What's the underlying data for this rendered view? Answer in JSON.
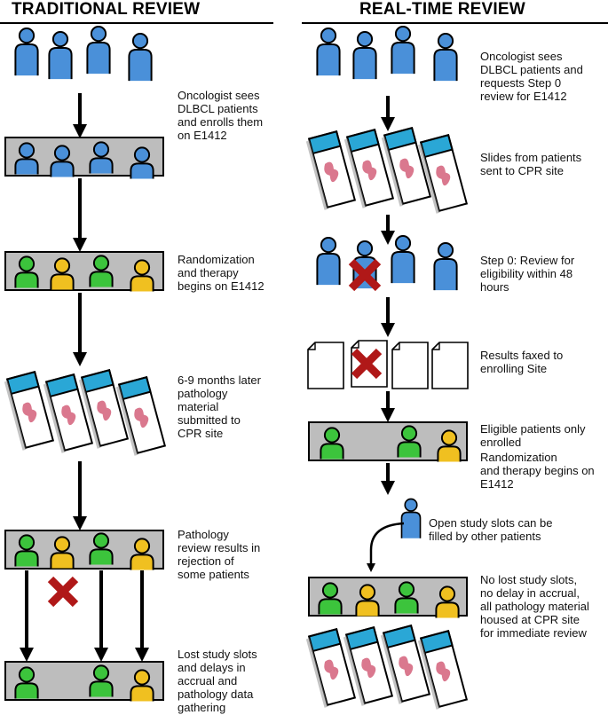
{
  "headings": {
    "traditional": "TRADITIONAL REVIEW",
    "realtime": "REAL-TIME REVIEW"
  },
  "traditional_steps": [
    "Oncologist sees\nDLBCL patients\nand enrolls them\non E1412",
    "Randomization\nand therapy\nbegins on E1412",
    "6-9 months later\npathology\nmaterial\nsubmitted to\nCPR site",
    "Pathology\nreview results in\nrejection of\nsome patients",
    "Lost study slots\nand delays in\naccrual and\npathology data\ngathering"
  ],
  "realtime_steps": [
    "Oncologist sees\nDLBCL patients and\nrequests Step 0\nreview for E1412",
    "Slides from patients\nsent to CPR site",
    "Step 0: Review for\neligibility within 48\nhours",
    "Results faxed to\nenrolling Site",
    "Eligible patients only\nenrolled",
    "Randomization\nand therapy begins on\nE1412",
    "Open study slots can be\nfilled by other patients",
    "No lost study slots,\nno delay in accrual,\nall pathology material\nhoused at CPR site\nfor immediate review"
  ],
  "colors": {
    "patient_blue": "#4a90d9",
    "eligible_green": "#3cc43c",
    "other_yellow": "#f0c020",
    "box_gray": "#bdbdbd",
    "reject_red": "#b01818",
    "slide_cap": "#2aa7d6",
    "tissue_pink": "#d4607a"
  },
  "icons": [
    "person-icon",
    "slide-icon",
    "document-icon",
    "reject-x-icon",
    "arrow-down-icon"
  ]
}
